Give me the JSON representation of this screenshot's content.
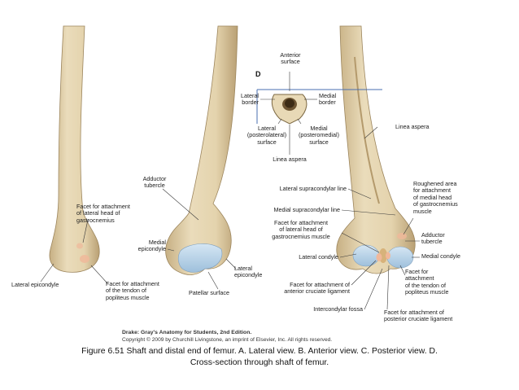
{
  "figure": {
    "view_d_letter": "D",
    "cross_section": {
      "anterior": "Anterior\nsurface",
      "lateral_border": "Lateral\nborder",
      "medial_border": "Medial\nborder",
      "lateral_surface": "Lateral\n(posterolateral)\nsurface",
      "medial_surface": "Medial\n(posteromedial)\nsurface",
      "linea_aspera": "Linea aspera"
    },
    "lateral_view": {
      "facet_gastrocnemius": "Facet for attachment\nof lateral head of\ngastrocnemius",
      "lateral_epicondyle": "Lateral epicondyle",
      "facet_popliteus": "Facet for attachment\nof the tendon of\npopliteus muscle"
    },
    "anterior_view": {
      "adductor_tubercle": "Adductor\ntubercle",
      "medial_epicondyle": "Medial\nepicondyle",
      "lateral_epicondyle": "Lateral\nepicondyle",
      "patellar_surface": "Patellar surface"
    },
    "posterior_view": {
      "linea_aspera": "Linea aspera",
      "lateral_supracondylar": "Lateral supracondylar line",
      "medial_supracondylar": "Medial supracondylar line",
      "facet_gastrocnemius": "Facet for attachment\nof lateral head of\ngastrocnemius muscle",
      "lateral_condyle": "Lateral condyle",
      "facet_acl": "Facet for attachment of\nanterior cruciate ligament",
      "intercondylar_fossa": "Intercondylar fossa",
      "roughened_area": "Roughened area\nfor attachment\nof medial head\nof gastrocnemius\nmuscle",
      "adductor_tubercle": "Adductor\ntubercle",
      "medial_condyle": "Medial condyle",
      "facet_popliteus": "Facet for\nattachment\nof the tendon of\npopliteus muscle",
      "facet_pcl": "Facet for attachment of\nposterior cruciate ligament"
    }
  },
  "credit": {
    "line1_bold": "Drake: Gray's Anatomy for Students, 2nd Edition.",
    "line2": "Copyright © 2009 by Churchill Livingstone, an imprint of Elsevier, Inc. All rights reserved."
  },
  "caption": {
    "line1": "Figure 6.51 Shaft and distal end of femur. A. Lateral view. B. Anterior view. C. Posterior view. D.",
    "line2": "Cross-section through shaft of femur."
  },
  "colors": {
    "bone": "#e8d9b6",
    "bone_shadow": "#c9b48c",
    "cartilage": "#b9d3e8",
    "facet": "#f0b89a",
    "leader": "#3a3a3a",
    "plane_line": "#4a6fb0"
  }
}
